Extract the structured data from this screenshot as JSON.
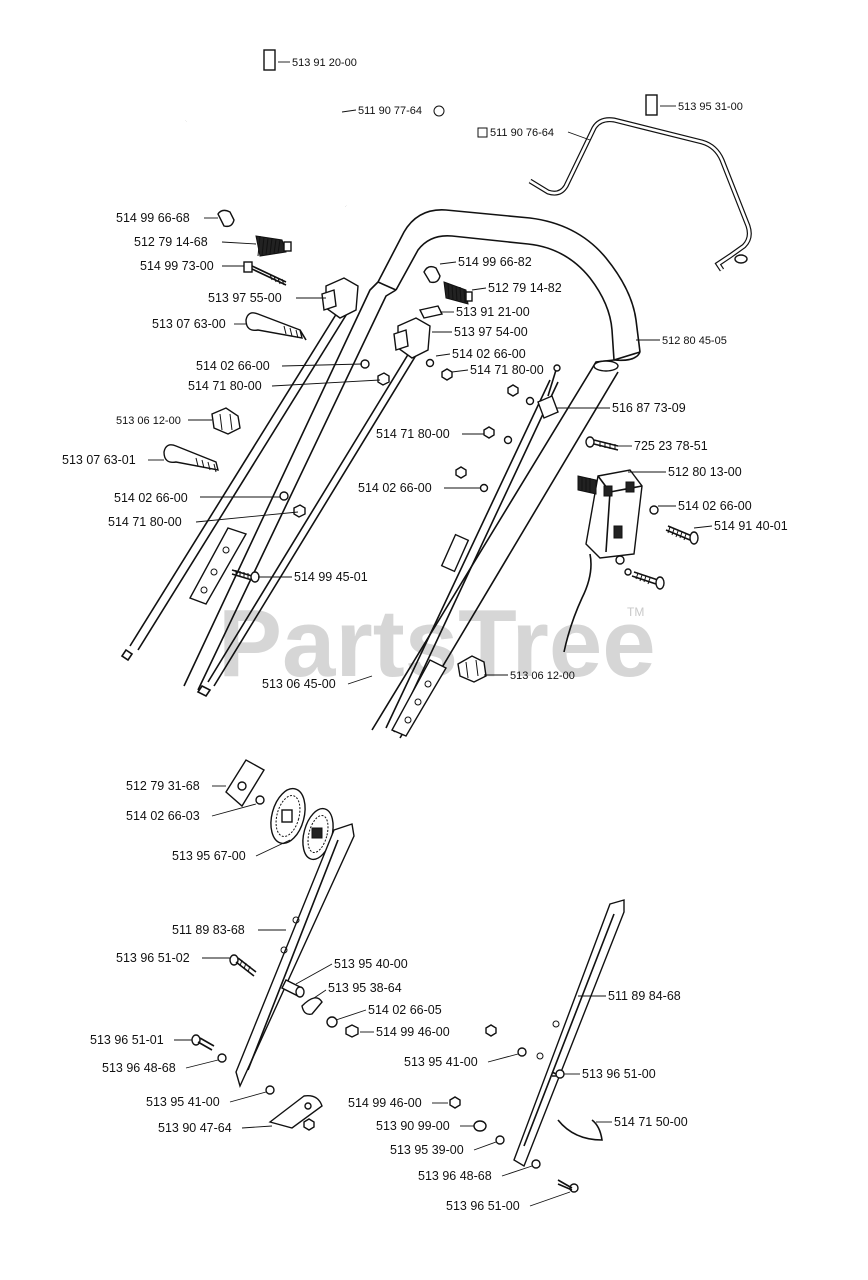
{
  "watermark": {
    "text": "PartsTree",
    "trademark": "TM"
  },
  "labels": {
    "l01": "513 91 20-00",
    "l02": "511 90 77-64",
    "l03": "513 95 31-00",
    "l04": "511 90 76-64",
    "l05": "514 99 66-68",
    "l06": "512 79 14-68",
    "l07": "514 99 73-00",
    "l08": "514 99 66-82",
    "l09": "512 79 14-82",
    "l10": "513 97 55-00",
    "l11": "513 91 21-00",
    "l12": "513 07 63-00",
    "l13": "513 97 54-00",
    "l14": "512 80 45-05",
    "l15": "514 02 66-00",
    "l16": "514 02 66-00",
    "l17": "514 71 80-00",
    "l18": "514 71 80-00",
    "l19": "516 87 73-09",
    "l20": "513 06 12-00",
    "l21": "514 71 80-00",
    "l22": "725 23 78-51",
    "l23": "513 07 63-01",
    "l24": "512 80 13-00",
    "l25": "514 02 66-00",
    "l26": "514 02 66-00",
    "l27": "514 02 66-00",
    "l28": "514 71 80-00",
    "l29": "514 91 40-01",
    "l30": "514 99 45-01",
    "l31": "513 06 45-00",
    "l32": "513 06 12-00",
    "l33": "512 79 31-68",
    "l34": "514 02 66-03",
    "l35": "513 95 67-00",
    "l36": "511 89 83-68",
    "l37": "513 96 51-02",
    "l38": "513 95 40-00",
    "l39": "513 95 38-64",
    "l40": "514 02 66-05",
    "l41": "511 89 84-68",
    "l42": "513 96 51-01",
    "l43": "514 99 46-00",
    "l44": "513 96 48-68",
    "l45": "513 95 41-00",
    "l46": "513 96 51-00",
    "l47": "513 95 41-00",
    "l48": "514 99 46-00",
    "l49": "514 71 50-00",
    "l50": "513 90 47-64",
    "l51": "513 90 99-00",
    "l52": "513 95 39-00",
    "l53": "513 96 48-68",
    "l54": "513 96 51-00"
  }
}
